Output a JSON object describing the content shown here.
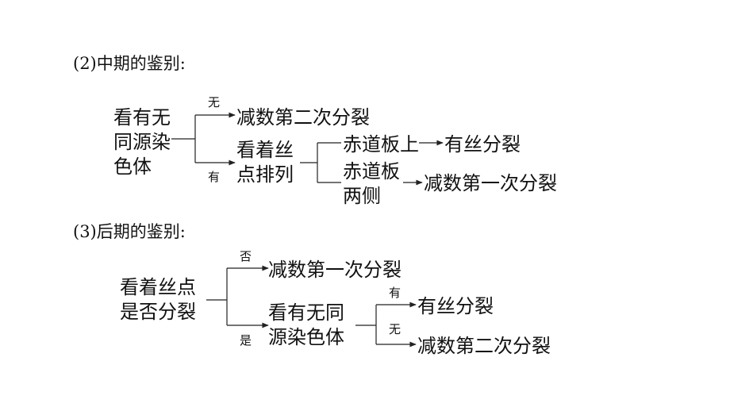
{
  "section_mid": {
    "heading": "(2)中期的鉴别:",
    "root": {
      "line1": "看有无",
      "line2": "同源染",
      "line3": "色体"
    },
    "edge_none": "无",
    "edge_have": "有",
    "result_none": "减数第二次分裂",
    "middle": {
      "line1": "看着丝",
      "line2": "点排列"
    },
    "branch_top": "赤道板上",
    "result_top": "有丝分裂",
    "branch_bottom": {
      "line1": "赤道板",
      "line2": "两侧"
    },
    "result_bottom": "减数第一次分裂"
  },
  "section_late": {
    "heading": "(3)后期的鉴别:",
    "root": {
      "line1": "看着丝点",
      "line2": "是否分裂"
    },
    "edge_no": "否",
    "edge_yes": "是",
    "result_no": "减数第一次分裂",
    "middle": {
      "line1": "看有无同",
      "line2": "源染色体"
    },
    "edge_have": "有",
    "edge_none": "无",
    "result_have": "有丝分裂",
    "result_none": "减数第二次分裂"
  },
  "colors": {
    "text": "#111111",
    "line": "#222222",
    "background": "#ffffff"
  }
}
